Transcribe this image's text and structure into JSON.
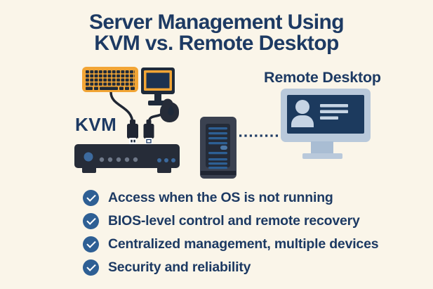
{
  "title": {
    "line1": "Server Management Using",
    "line2": "KVM vs. Remote Desktop"
  },
  "labels": {
    "kvm": "KVM",
    "remote_desktop": "Remote Desktop"
  },
  "checklist": {
    "items": [
      "Access when the OS is not running",
      "BIOS-level control and remote recovery",
      "Centralized management, multiple devices",
      "Security and reliability"
    ]
  },
  "icons": {
    "check-icon": "circled white checkmark",
    "keyboard-icon": "orange keyboard with dark keys",
    "kvm-monitor-icon": "monitor with orange bezel",
    "mouse-icon": "dark computer mouse with cable",
    "usb-plug-left-icon": "usb plug",
    "usb-plug-right-icon": "usb plug",
    "kvm-switch-icon": "kvm switch box with indicator dots",
    "server-icon": "server tower with vents",
    "connection-dotted-line": "dotted connection line",
    "remote-desktop-icon": "monitor showing user profile screen",
    "user-icon": "person silhouette"
  },
  "colors": {
    "background": "#faf5e9",
    "navy": "#1d3a63",
    "orange": "#f2a535",
    "check_blue": "#2e5f94",
    "accent_blue": "#3c6a9e",
    "monitor_frame_light": "#b9c9db",
    "screen_dark": "#1c3a5e"
  }
}
